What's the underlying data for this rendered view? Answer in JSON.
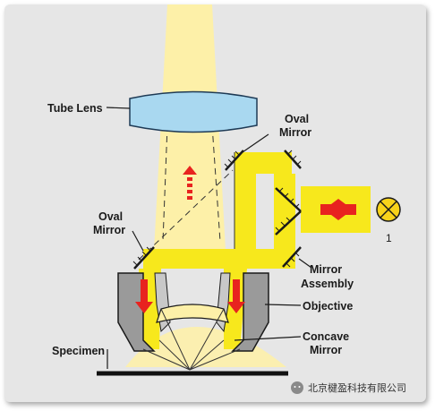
{
  "labels": {
    "tube_lens": "Tube Lens",
    "oval_mirror_top_1": "Oval",
    "oval_mirror_top_2": "Mirror",
    "oval_mirror_left_1": "Oval",
    "oval_mirror_left_2": "Mirror",
    "mirror_assembly_1": "Mirror",
    "mirror_assembly_2": "Assembly",
    "objective": "Objective",
    "concave_mirror_1": "Concave",
    "concave_mirror_2": "Mirror",
    "specimen": "Specimen",
    "light_source_number": "1"
  },
  "watermark": {
    "text": "北京楗盈科技有限公司"
  },
  "colors": {
    "background": "#e6e6e6",
    "beam_light": "#fdf0a8",
    "beam_bright": "#f7e81c",
    "lens": "#a9d8f0",
    "objective_gray": "#9a9a9a",
    "arrow_red": "#e8231f",
    "lamp_yellow": "#f8d21a"
  },
  "icons": [
    "light-source-icon",
    "wechat-icon"
  ]
}
